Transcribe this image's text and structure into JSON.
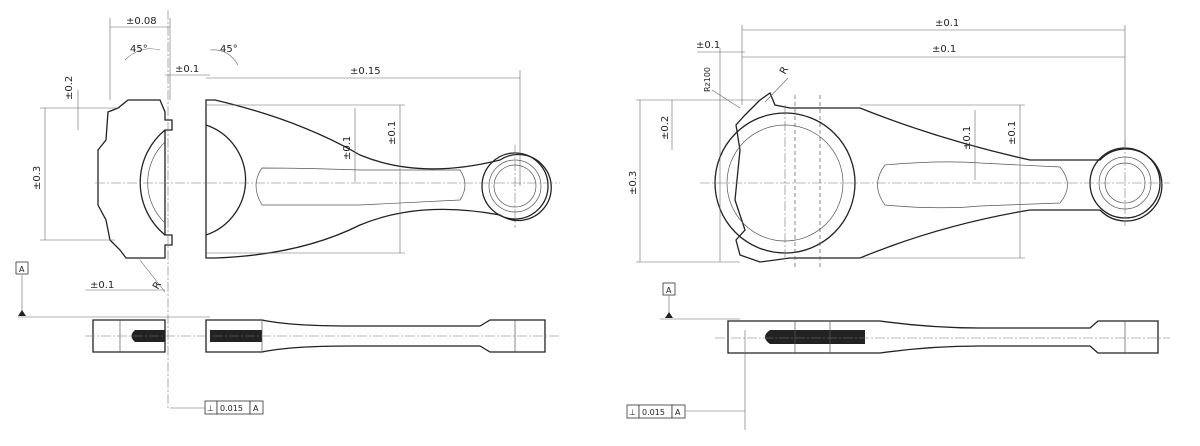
{
  "left_view": {
    "tol_width": "±0.08",
    "chamfer_left": "45°",
    "chamfer_right": "45°",
    "tol_gap": "±0.1",
    "tol_length": "±0.15",
    "tol_step": "±0.2",
    "tol_height": "±0.3",
    "tol_beam": "±0.1",
    "tol_rod": "±0.1",
    "tol_bottom": "±0.1",
    "radius": "R",
    "datum_label": "A",
    "fcf_symbol": "⊥",
    "fcf_value": "0.015",
    "fcf_datum": "A"
  },
  "right_view": {
    "tol_top": "±0.1",
    "tol_left": "±0.1",
    "tol_length": "±0.1",
    "surface": "Rz100",
    "radius": "R",
    "tol_step": "±0.2",
    "tol_height": "±0.3",
    "tol_beam": "±0.1",
    "tol_rod": "±0.1",
    "datum_label": "A",
    "fcf_symbol": "⊥",
    "fcf_value": "0.015",
    "fcf_datum": "A"
  }
}
